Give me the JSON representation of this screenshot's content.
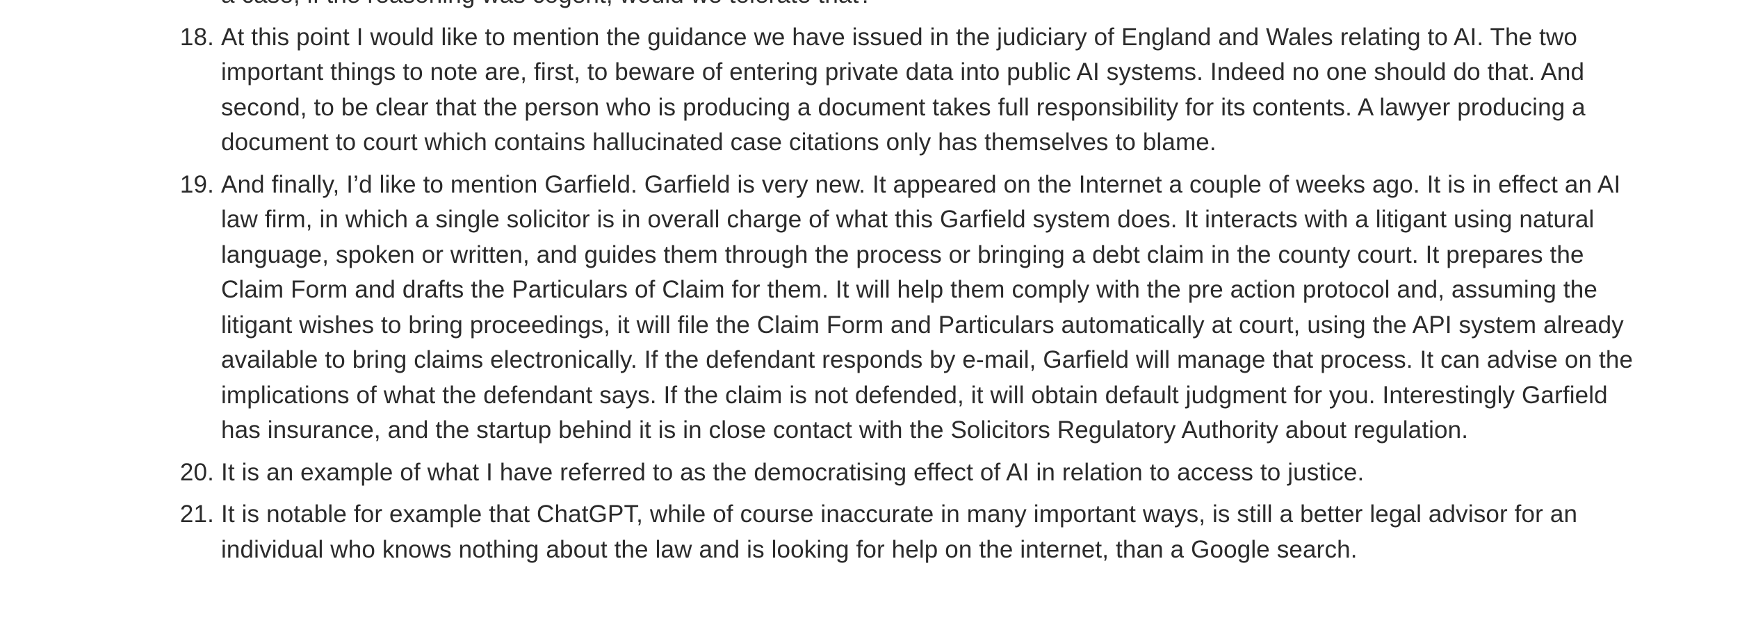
{
  "document": {
    "paragraphs": [
      {
        "number": "",
        "text": "a case, if the reasoning was cogent, would we tolerate that?"
      },
      {
        "number": "18.",
        "text": "At this point I would like to mention the guidance we have issued in the judiciary of England and Wales relating to AI. The two important things to note are, first, to beware of entering private data into public AI systems. Indeed no one should do that. And second, to be clear that the person who is producing a document takes full responsibility for its contents. A lawyer producing a document to court which contains hallucinated case citations only has themselves to blame."
      },
      {
        "number": "19.",
        "text": "And finally, I’d like to mention Garfield. Garfield is very new. It appeared on the Internet a couple of weeks ago. It is in effect an AI law firm, in which a single solicitor is in overall charge of what this Garfield system does. It interacts with a litigant using natural language, spoken or written, and guides them through the process or bringing a debt claim in the county court. It prepares the Claim Form and drafts the Particulars of Claim for them. It will help them comply with the pre action protocol and, assuming the litigant wishes to bring proceedings, it will file the Claim Form and Particulars automatically at court, using the API system already available to bring claims electronically. If the defendant responds by e-mail, Garfield will manage that process. It can advise on the implications of what the defendant says. If the claim is not defended, it will obtain default judgment for you. Interestingly Garfield has insurance, and the startup behind it is in close contact with the Solicitors Regulatory Authority about regulation."
      },
      {
        "number": "20.",
        "text": "It is an example of what I have referred to as the democratising effect of AI in relation to access to justice."
      },
      {
        "number": "21.",
        "text": "It is notable for example that ChatGPT, while of course inaccurate in many important ways, is still a better legal advisor for an individual who knows nothing about the law and is looking for help on the internet, than a Google search."
      }
    ]
  }
}
